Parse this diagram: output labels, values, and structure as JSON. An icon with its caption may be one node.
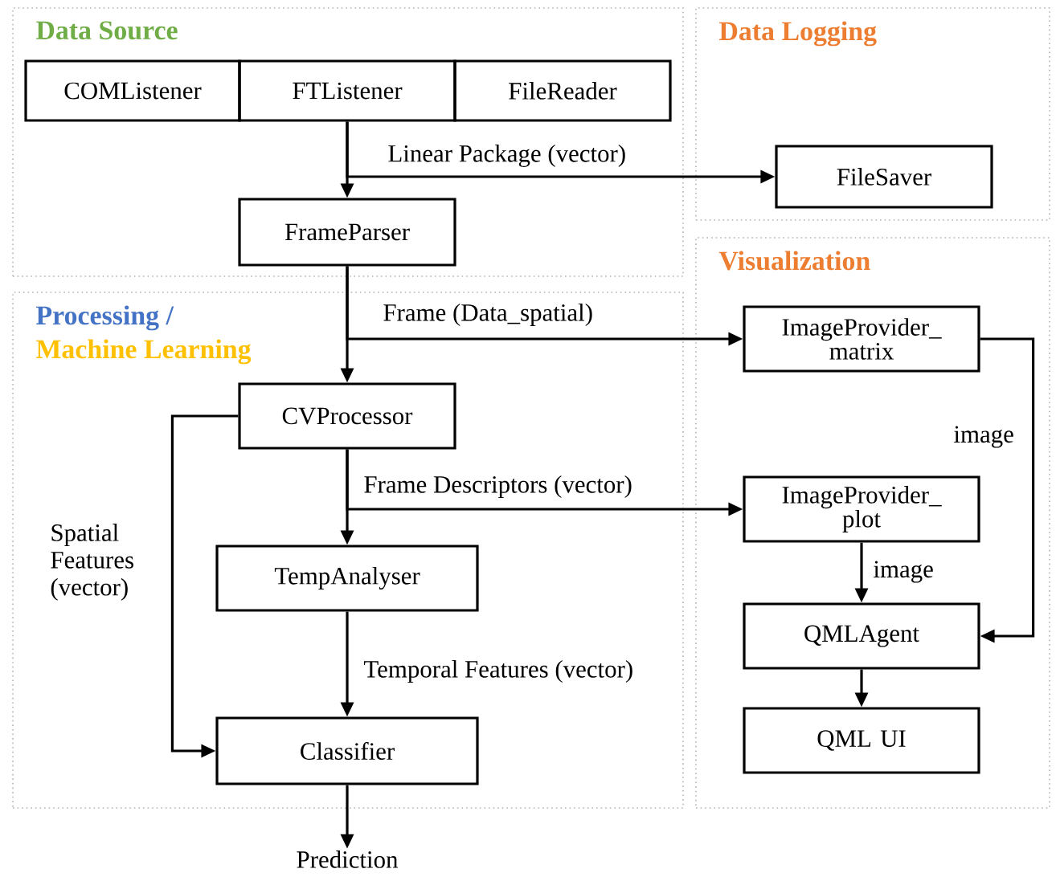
{
  "diagram": {
    "nodes": [
      {
        "text": [
          "Data Source"
        ]
      },
      {
        "text": [
          "COMListener"
        ],
        "in": 0
      },
      {
        "text": [
          "FTListener"
        ],
        "in": 0
      },
      {
        "text": [
          "FileReader"
        ],
        "in": 0
      },
      {
        "text": [
          "FrameParser"
        ],
        "in": 0
      },
      {
        "text": [
          "Data Logging"
        ]
      },
      {
        "text": [
          "FileSaver"
        ],
        "in": 5
      },
      {
        "text": [
          "Processing /",
          "Machine Learning"
        ]
      },
      {
        "text": [
          "CVProcessor"
        ],
        "in": 7
      },
      {
        "text": [
          "TempAnalyser"
        ],
        "in": 7
      },
      {
        "text": [
          "Classifier"
        ],
        "in": 7
      },
      {
        "text": [
          "Prediction"
        ]
      },
      {
        "text": [
          "Visualization"
        ]
      },
      {
        "text": [
          "ImageProvider_ matrix"
        ],
        "in": 12
      },
      {
        "text": [
          "ImageProvider_ plot"
        ],
        "in": 12
      },
      {
        "text": [
          "QMLAgent"
        ],
        "in": 12
      },
      {
        "text": [
          "QML UI"
        ],
        "in": 12
      }
    ],
    "edges": [
      {
        "from": 2,
        "to": 4,
        "arrow": "to"
      },
      {
        "from": 2,
        "to": 6,
        "arrow": "to",
        "label": "Linear Package (vector)"
      },
      {
        "from": 4,
        "to": 8,
        "arrow": "to"
      },
      {
        "from": 4,
        "to": 13,
        "arrow": "to",
        "label": "Frame (Data_spatial)"
      },
      {
        "from": 8,
        "to": 9,
        "arrow": "to"
      },
      {
        "from": 8,
        "to": 14,
        "arrow": "to",
        "label": "Frame Descriptors (vector)"
      },
      {
        "from": 8,
        "to": 10,
        "arrow": "to",
        "label": "Spatial Features (vector)"
      },
      {
        "from": 9,
        "to": 10,
        "arrow": "to",
        "label": "Temporal Features (vector)"
      },
      {
        "from": 10,
        "to": 11,
        "arrow": "to"
      },
      {
        "from": 13,
        "to": 15,
        "arrow": "to",
        "label": "image"
      },
      {
        "from": 14,
        "to": 15,
        "arrow": "to",
        "label": "image"
      },
      {
        "from": 15,
        "to": 16,
        "arrow": "to"
      }
    ]
  }
}
